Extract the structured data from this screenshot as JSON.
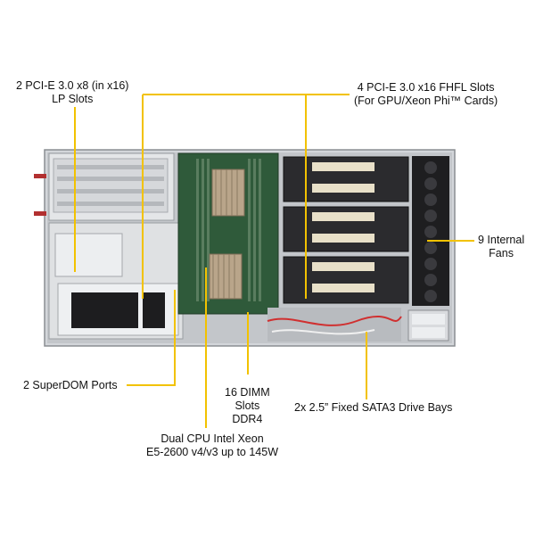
{
  "callouts": {
    "pcie_lp": {
      "line1": "2 PCI-E 3.0 x8 (in x16)",
      "line2": "LP Slots"
    },
    "pcie_fhfl": {
      "line1": "4 PCI-E 3.0 x16 FHFL Slots",
      "line2": "(For GPU/Xeon Phi™ Cards)"
    },
    "fans": {
      "line1": "9 Internal",
      "line2": "Fans"
    },
    "superdom": {
      "line1": "2 SuperDOM Ports"
    },
    "dimm": {
      "line1": "16 DIMM",
      "line2": "Slots",
      "line3": "DDR4"
    },
    "sata": {
      "line1": "2x 2.5” Fixed SATA3 Drive Bays"
    },
    "cpu": {
      "line1": "Dual CPU Intel  Xeon",
      "line2": "E5-2600 v4/v3 up to 145W"
    }
  },
  "colors": {
    "callout_line": "#f2c200",
    "chassis": "#c9ccd0",
    "board": "#2f5a3a",
    "gpu_card": "#2b2b2e",
    "heatsink": "#b9a58a",
    "fan": "#1e1e20"
  }
}
